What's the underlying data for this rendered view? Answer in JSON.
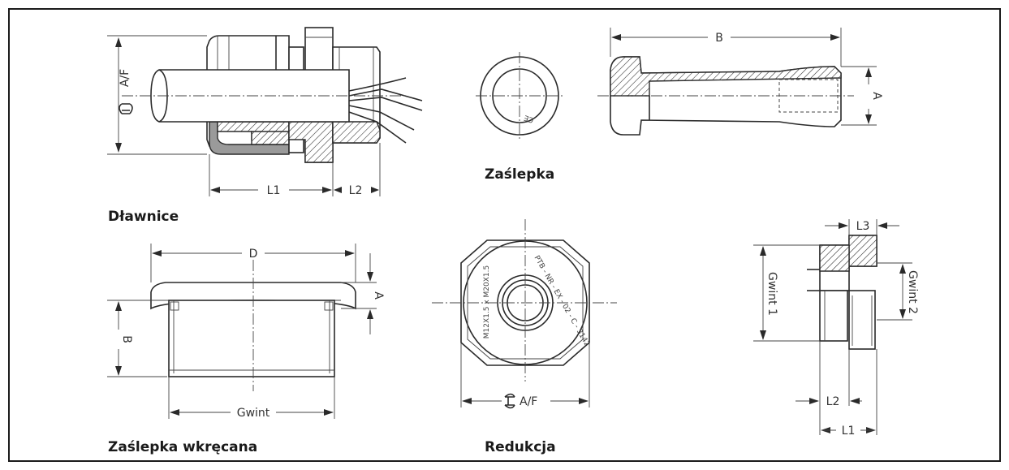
{
  "captions": {
    "dlawnice": "Dławnice",
    "zaslepka": "Zaślepka",
    "zaslepka_wkrecana": "Zaślepka wkręcana",
    "redukcja": "Redukcja"
  },
  "dims": {
    "dlawnice": {
      "af": "A/F",
      "l1": "L1",
      "l2": "L2"
    },
    "zaslepka": {
      "b": "B",
      "a": "A",
      "marking": "CE"
    },
    "zaslepka_wkrecana": {
      "d": "D",
      "a": "A",
      "b": "B",
      "gwint": "Gwint"
    },
    "redukcja": {
      "af": "A/F",
      "marking_left": "M12X1.5 x M20X1.5",
      "marking_right": "PTB - NR - EX - 02 - C - 3142"
    },
    "adapter": {
      "l3": "L3",
      "gwint1": "Gwint 1",
      "gwint2": "Gwint 2",
      "l2": "L2",
      "l1": "L1"
    }
  },
  "colors": {
    "line": "#2a2a2a",
    "fill_grey": "#9a9a9a",
    "background": "#ffffff",
    "border": "#1a1a1a"
  }
}
